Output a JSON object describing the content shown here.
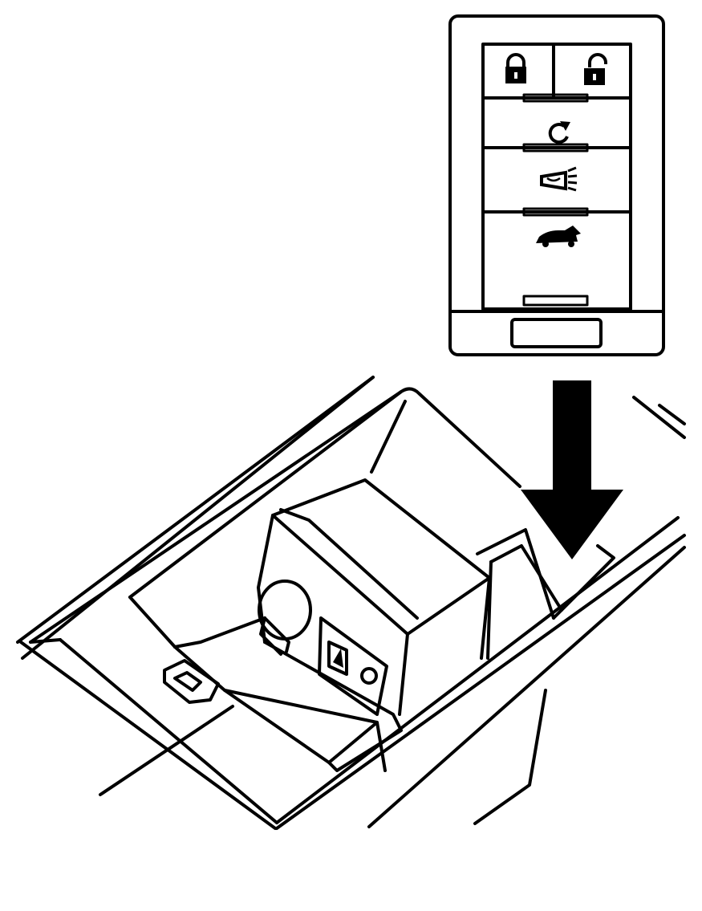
{
  "figure": {
    "colors": {
      "ink": "#000000",
      "paper": "#ffffff"
    },
    "key_fob": {
      "buttons": [
        {
          "name": "lock",
          "icon": "lock-closed-icon"
        },
        {
          "name": "unlock",
          "icon": "lock-open-icon"
        },
        {
          "name": "remote-start",
          "icon": "circular-arrow-icon"
        },
        {
          "name": "panic",
          "icon": "horn-lights-icon"
        },
        {
          "name": "trunk",
          "icon": "car-trunk-icon"
        }
      ]
    },
    "arrow": {
      "direction": "down"
    },
    "console": {
      "pocket": "transmitter-pocket"
    }
  }
}
